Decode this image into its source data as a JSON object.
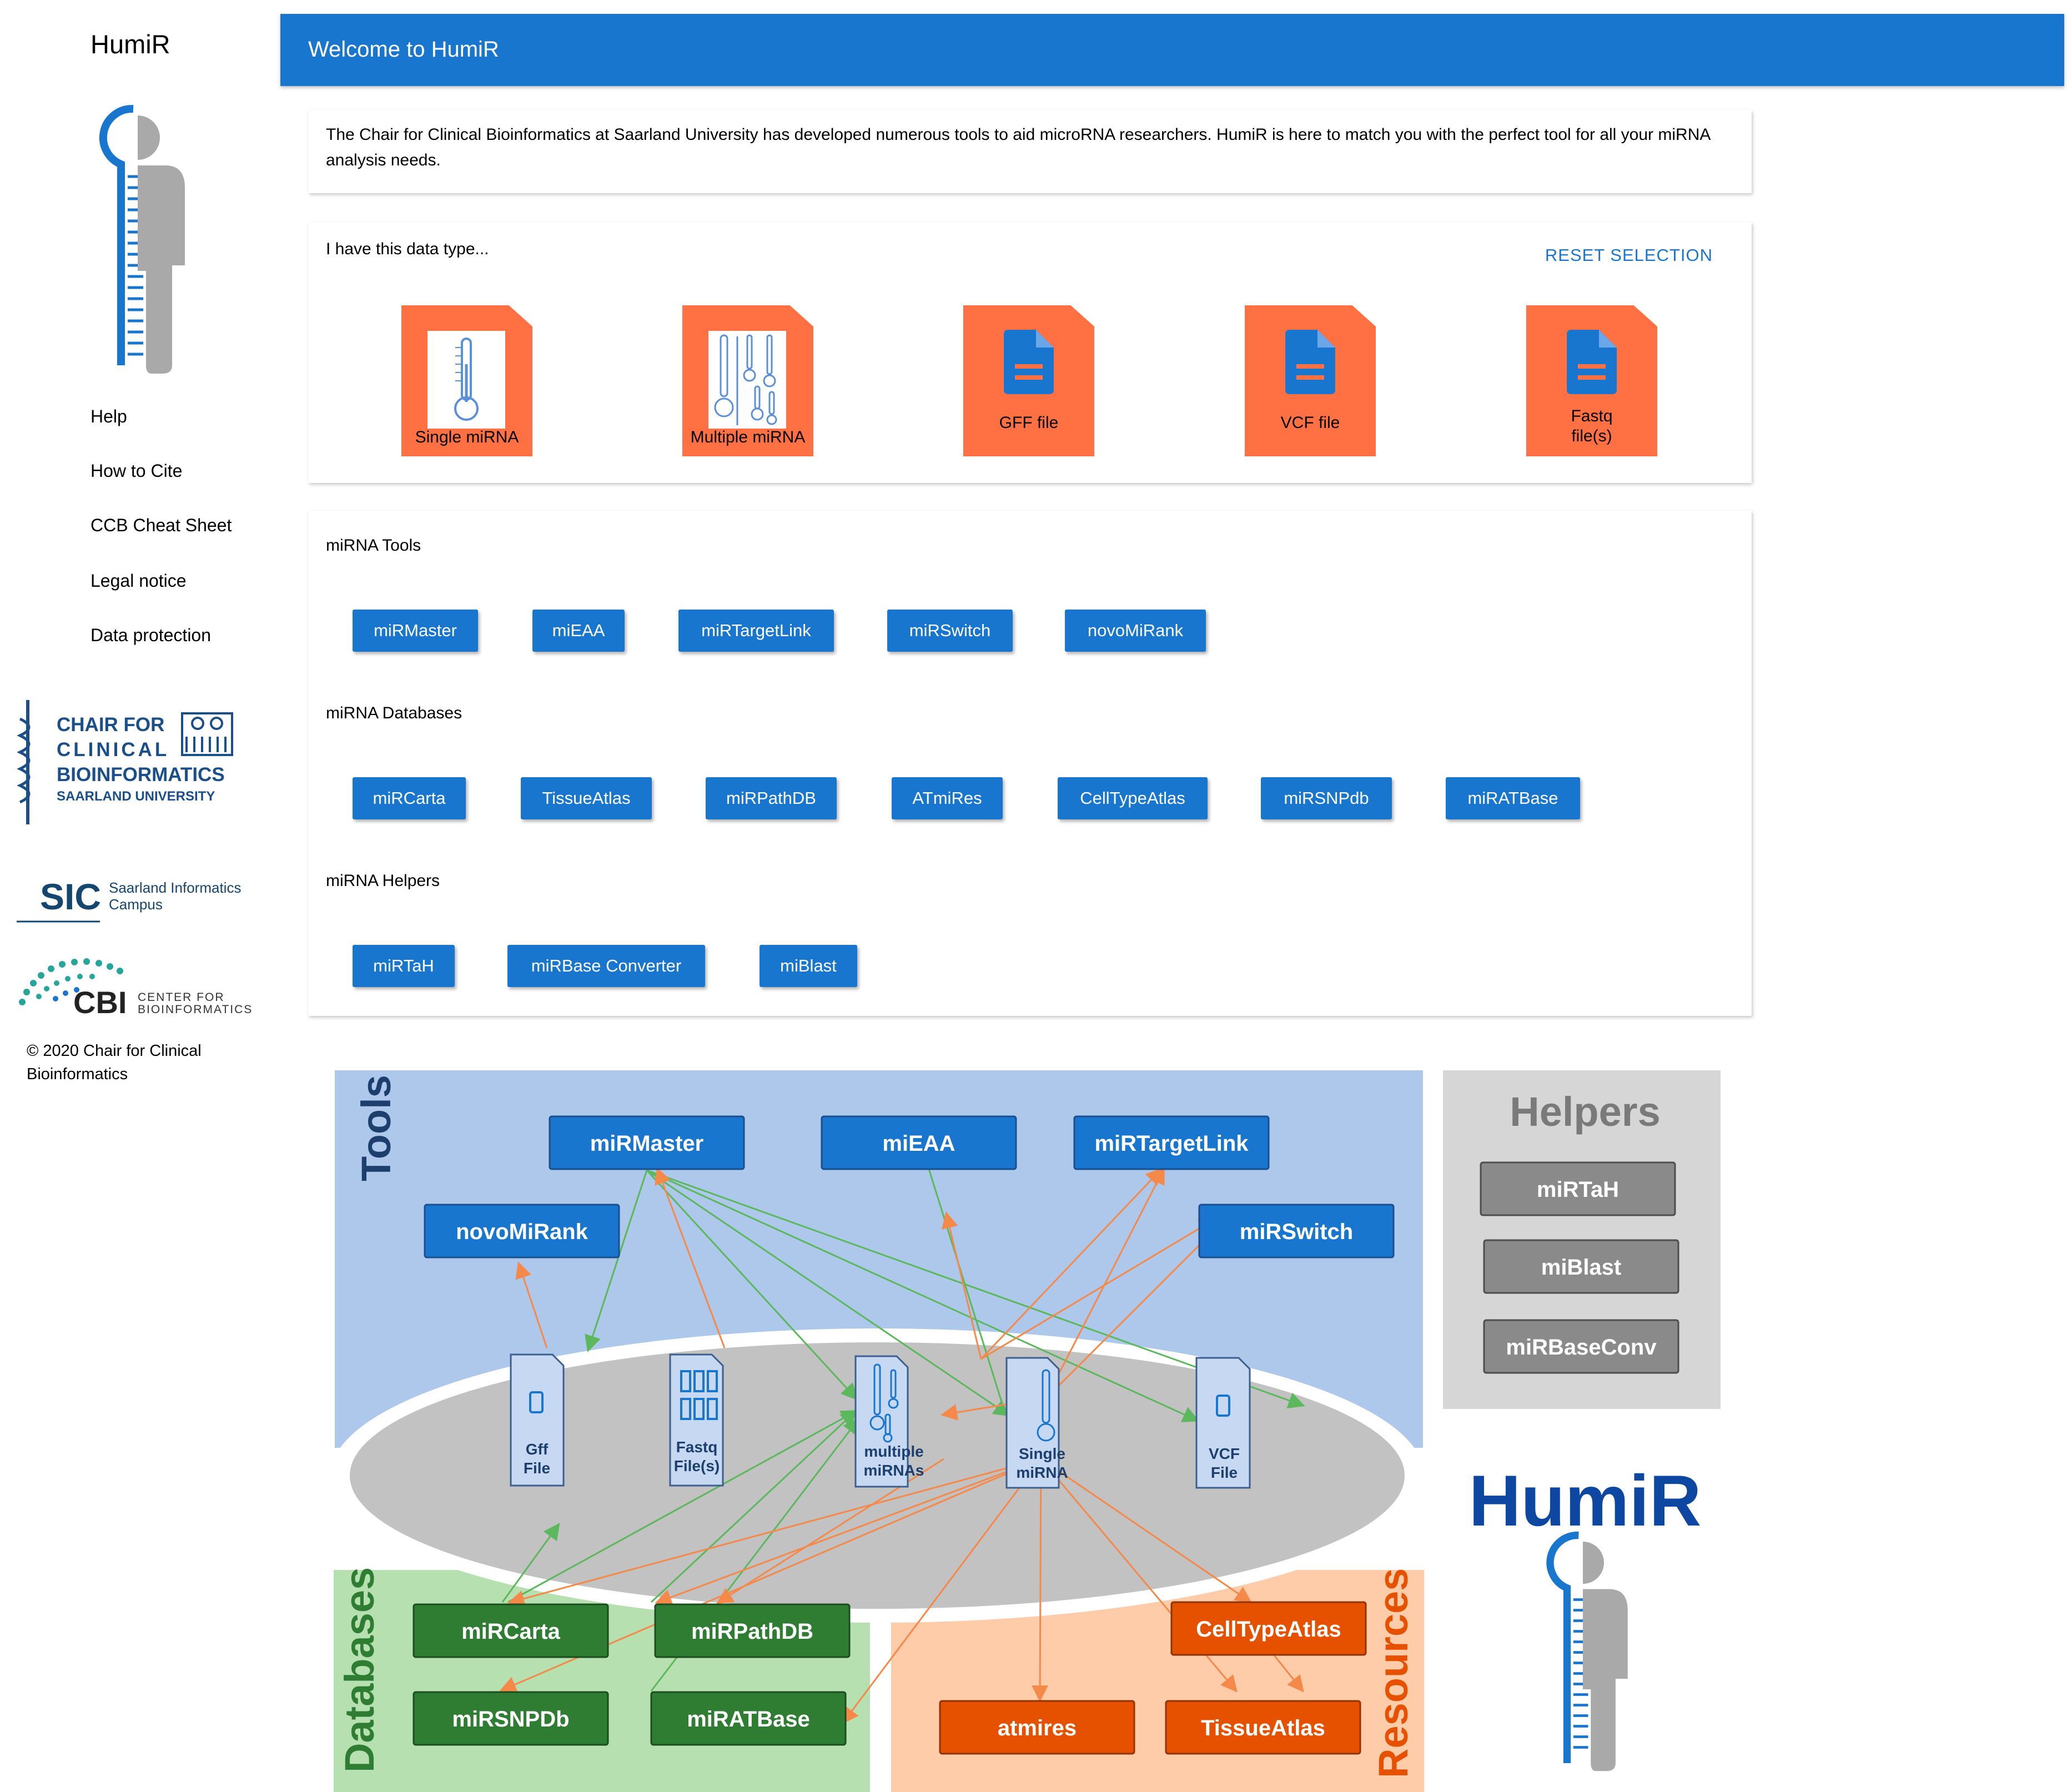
{
  "sidebar": {
    "app_title": "HumiR",
    "nav": [
      "Help",
      "How to Cite",
      "CCB Cheat Sheet",
      "Legal notice",
      "Data protection"
    ],
    "ccb_logo": {
      "line1": "CHAIR FOR",
      "line2": "CLINICAL",
      "line3": "BIOINFORMATICS",
      "line4": "SAARLAND UNIVERSITY"
    },
    "sic_logo": {
      "abbr": "SIC",
      "line1": "Saarland Informatics",
      "line2": "Campus"
    },
    "cbi_logo": {
      "abbr": "CBI",
      "line1": "CENTER FOR",
      "line2": "BIOINFORMATICS"
    },
    "copyright": "© 2020 Chair for Clinical Bioinformatics"
  },
  "header": {
    "title": "Welcome to HumiR"
  },
  "intro": {
    "text": "The Chair for Clinical Bioinformatics at Saarland University has developed numerous tools to aid microRNA  researchers. HumiR is here to match you with the perfect tool for all your miRNA analysis needs."
  },
  "data_types": {
    "prompt": "I have this data type...",
    "reset_label": "RESET SELECTION",
    "tiles": [
      {
        "label": "Single miRNA",
        "icon": "single-thermometer-icon"
      },
      {
        "label": "Multiple miRNA",
        "icon": "multiple-thermometers-icon"
      },
      {
        "label": "GFF file",
        "icon": "document-icon"
      },
      {
        "label": "VCF file",
        "icon": "document-icon"
      },
      {
        "label": "Fastq file(s)",
        "icon": "document-icon"
      }
    ]
  },
  "sections": {
    "tools": {
      "title": "miRNA Tools",
      "items": [
        "miRMaster",
        "miEAA",
        "miRTargetLink",
        "miRSwitch",
        "novoMiRank"
      ]
    },
    "databases": {
      "title": "miRNA Databases",
      "items": [
        "miRCarta",
        "TissueAtlas",
        "miRPathDB",
        "ATmiRes",
        "CellTypeAtlas",
        "miRSNPdb",
        "miRATBase"
      ]
    },
    "helpers": {
      "title": "miRNA Helpers",
      "items": [
        "miRTaH",
        "miRBase Converter",
        "miBlast"
      ]
    }
  },
  "diagram": {
    "tools_label": "Tools",
    "databases_label": "Databases",
    "resources_label": "Resources",
    "helpers_label": "Helpers",
    "brand": "HumiR",
    "tools": [
      "miRMaster",
      "miEAA",
      "miRTargetLink",
      "novoMiRank",
      "miRSwitch"
    ],
    "helpers": [
      "miRTaH",
      "miBlast",
      "miRBaseConv"
    ],
    "files": [
      {
        "l1": "Gff",
        "l2": "File"
      },
      {
        "l1": "Fastq",
        "l2": "File(s)"
      },
      {
        "l1": "multiple",
        "l2": "miRNAs"
      },
      {
        "l1": "Single",
        "l2": "miRNA"
      },
      {
        "l1": "VCF",
        "l2": "File"
      }
    ],
    "databases": [
      "miRCarta",
      "miRPathDB",
      "miRSNPDb",
      "miRATBase"
    ],
    "resources": [
      "CellTypeAtlas",
      "atmires",
      "TissueAtlas"
    ],
    "colors": {
      "tool": "#1976cf",
      "database": "#2e7d32",
      "resource": "#e65100",
      "helper": "#8a8a8a",
      "edge_green": "#5cb85c",
      "edge_orange": "#f5894a"
    }
  }
}
